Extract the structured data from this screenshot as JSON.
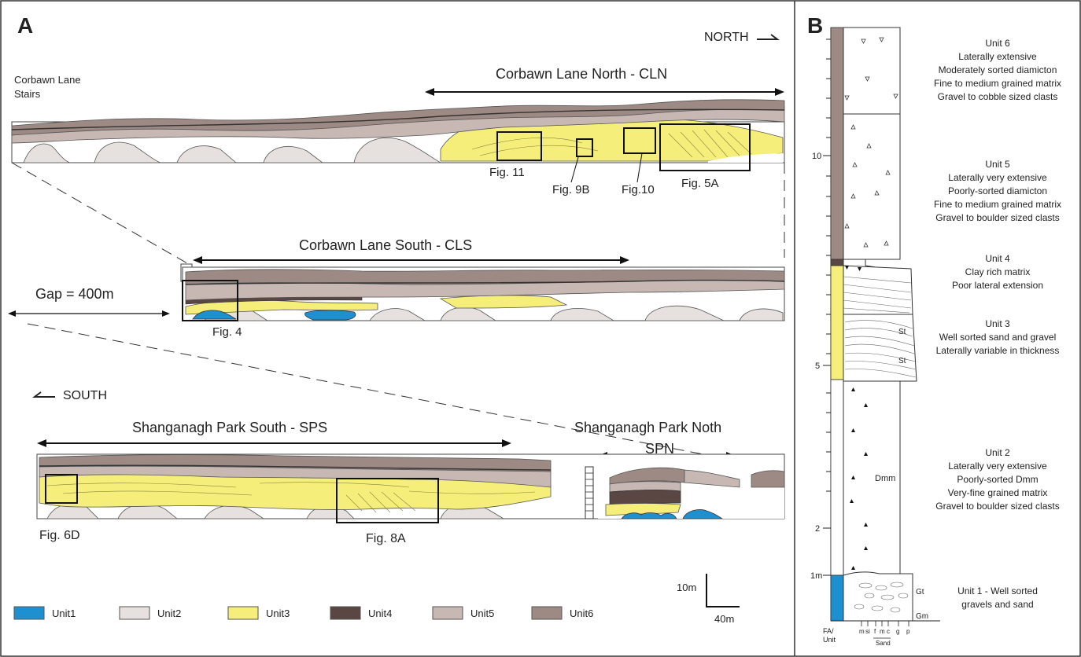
{
  "panel_a": {
    "letter": "A",
    "north_label": "NORTH",
    "south_label": "SOUTH",
    "stairs_label": [
      "Corbawn Lane",
      "Stairs"
    ],
    "cln_title": "Corbawn Lane North - CLN",
    "cls_title": "Corbawn Lane South - CLS",
    "gap_label": "Gap = 400m",
    "sps_title": "Shanganagh Park South - SPS",
    "spn_title": [
      "Shanganagh Park Noth",
      "SPN"
    ],
    "fig_labels": {
      "fig11": "Fig. 11",
      "fig9b": "Fig. 9B",
      "fig10": "Fig.10",
      "fig5a": "Fig. 5A",
      "fig4": "Fig. 4",
      "fig6d": "Fig. 6D",
      "fig8a": "Fig. 8A"
    },
    "scale": {
      "vertical": "10m",
      "horizontal": "40m"
    },
    "legend": [
      {
        "label": "Unit1",
        "color": "#1e90d0"
      },
      {
        "label": "Unit2",
        "color": "#e6e1de"
      },
      {
        "label": "Unit3",
        "color": "#f5ee7a"
      },
      {
        "label": "Unit4",
        "color": "#5a4642"
      },
      {
        "label": "Unit5",
        "color": "#c7b8b4"
      },
      {
        "label": "Unit6",
        "color": "#9d8a84"
      }
    ]
  },
  "panel_b": {
    "letter": "B",
    "units": [
      {
        "lines": [
          "Unit 6",
          "Laterally extensive",
          "Moderately sorted diamicton",
          "Fine to medium grained matrix",
          "Gravel to cobble sized clasts"
        ]
      },
      {
        "lines": [
          "Unit 5",
          "Laterally very extensive",
          "Poorly-sorted diamicton",
          "Fine to medium grained matrix",
          "Gravel to boulder sized clasts"
        ]
      },
      {
        "lines": [
          "Unit 4",
          "Clay rich matrix",
          "Poor lateral extension"
        ]
      },
      {
        "lines": [
          "Unit 3",
          "Well sorted sand and gravel",
          "Laterally variable in thickness"
        ]
      },
      {
        "lines": [
          "Unit 2",
          "Laterally very extensive",
          "Poorly-sorted Dmm",
          "Very-fine grained matrix",
          "Gravel to boulder sized clasts"
        ]
      },
      {
        "lines": [
          "Unit 1 - Well sorted",
          "gravels and sand"
        ]
      }
    ],
    "depth_ticks": [
      "10",
      "5",
      "2",
      "1m"
    ],
    "facies_codes": {
      "st_upper": "St",
      "st_lower": "St",
      "dmm": "Dmm",
      "gt": "Gt",
      "gm": "Gm"
    },
    "axis_label": [
      "FA/",
      "Unit"
    ],
    "grain_size_labels": [
      "m",
      "si",
      "f",
      "m",
      "c",
      "g",
      "p"
    ],
    "sand_label": "Sand"
  }
}
